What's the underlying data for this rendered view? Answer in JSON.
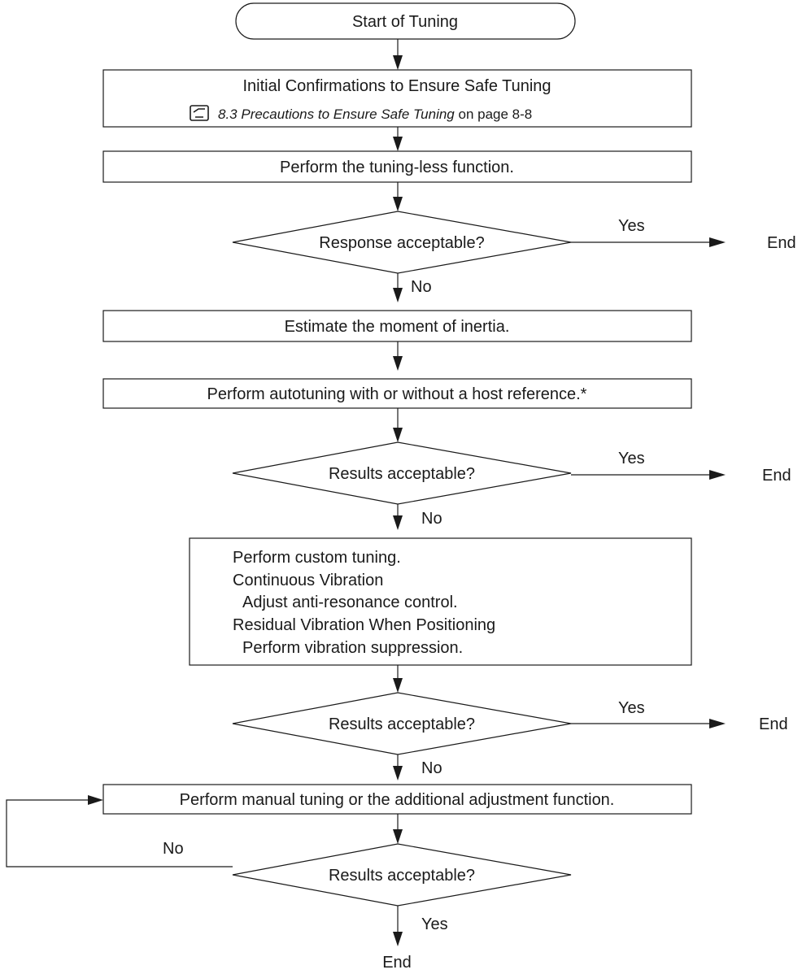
{
  "start": "Start of Tuning",
  "step1": {
    "title": "Initial Confirmations to Ensure Safe Tuning",
    "ref_italic": "8.3 Precautions to Ensure Safe Tuning",
    "ref_suffix": " on page 8-8",
    "ref_icon": "manual-reference-icon"
  },
  "step2": "Perform the tuning-less function.",
  "decision1": "Response acceptable?",
  "step3": "Estimate the moment of inertia.",
  "step4": "Perform autotuning with or without a host reference.*",
  "decision2": "Results acceptable?",
  "step5": {
    "line1": "Perform custom tuning.",
    "line2": "Continuous Vibration",
    "line3": "Adjust anti-resonance control.",
    "line4": "Residual Vibration When Positioning",
    "line5": "Perform vibration suppression."
  },
  "decision3": "Results acceptable?",
  "step6": "Perform manual tuning or the additional adjustment function.",
  "decision4": "Results acceptable?",
  "yes": "Yes",
  "no": "No",
  "end": "End"
}
